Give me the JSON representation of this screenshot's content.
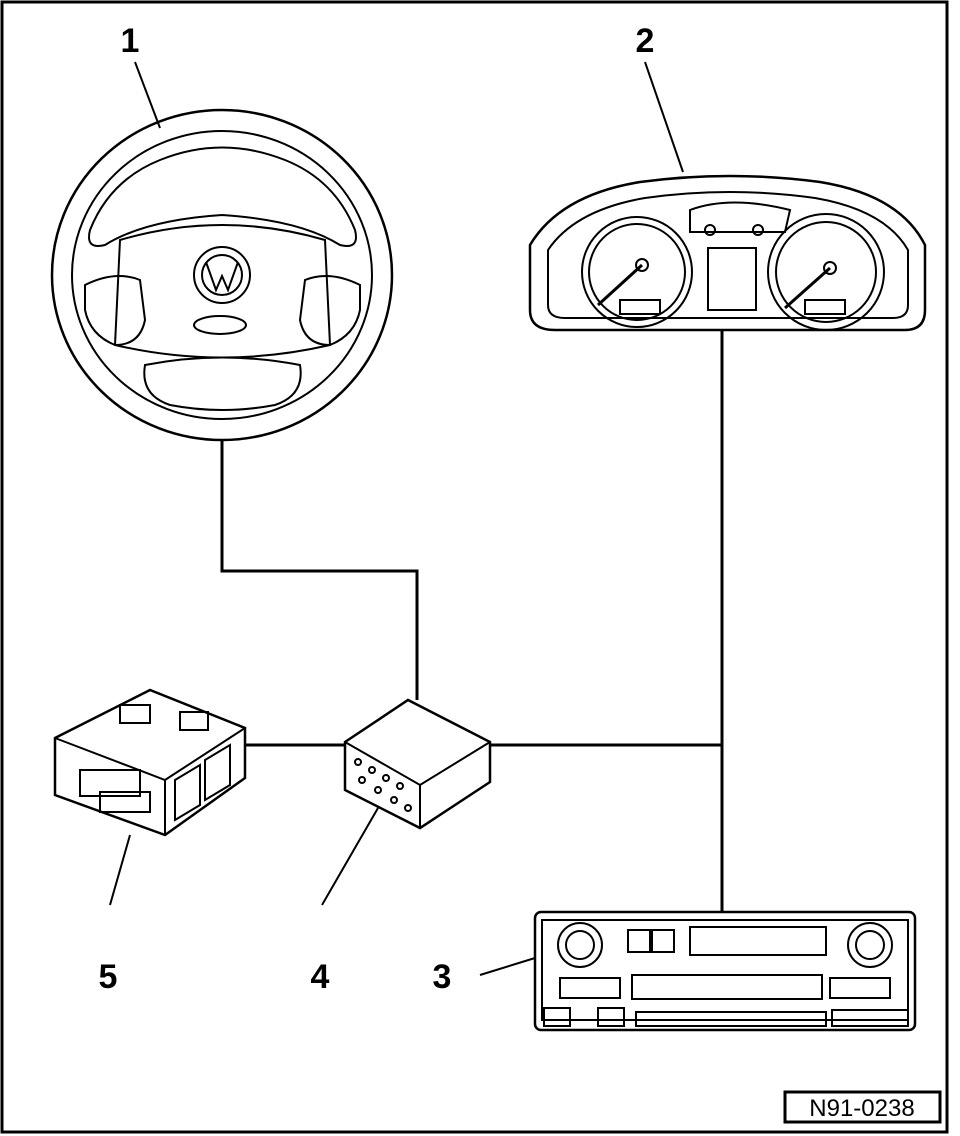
{
  "callouts": {
    "steering_wheel": "1",
    "instrument_cluster": "2",
    "radio": "3",
    "control_unit": "4",
    "connector": "5"
  },
  "figure_ref": "N91-0238"
}
